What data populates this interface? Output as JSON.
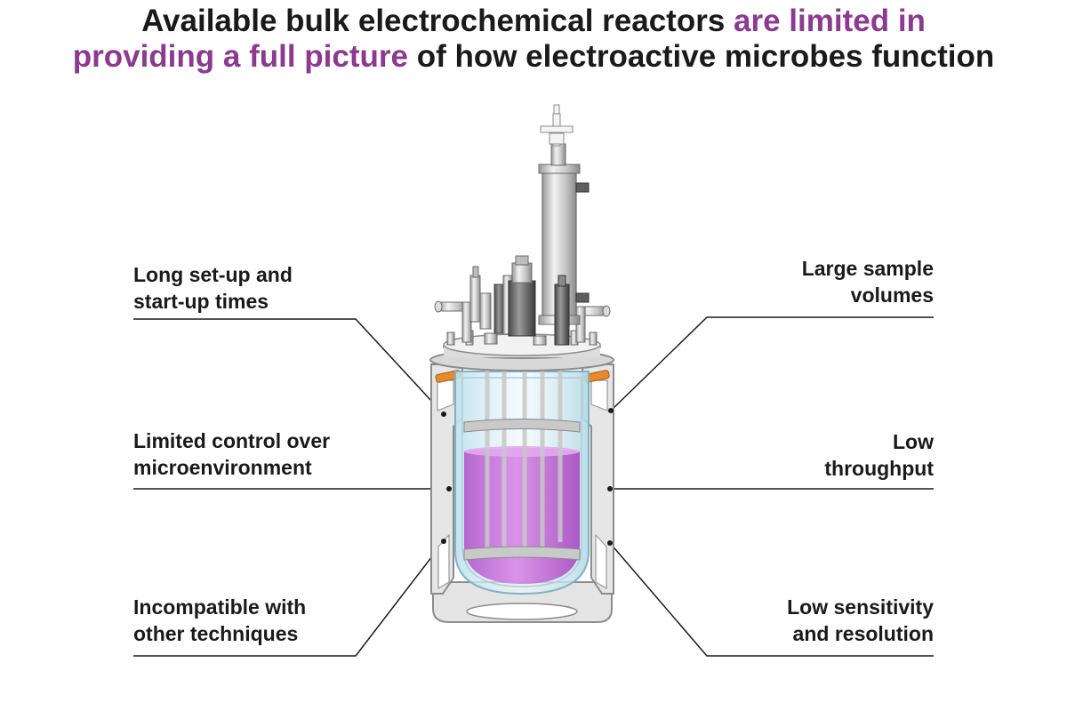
{
  "title": {
    "part1": "Available bulk electrochemical reactors ",
    "highlight1": "are limited in",
    "highlight2": "providing a full picture",
    "part2": " of how electroactive microbes function"
  },
  "limitations": {
    "left": [
      {
        "line1": "Long set-up and",
        "line2": "start-up times"
      },
      {
        "line1": "Limited control over",
        "line2": "microenvironment"
      },
      {
        "line1": "Incompatible with",
        "line2": "other techniques"
      }
    ],
    "right": [
      {
        "line1": "Large sample",
        "line2": "volumes"
      },
      {
        "line1": "Low",
        "line2": "throughput"
      },
      {
        "line1": "Low sensitivity",
        "line2": "and resolution"
      }
    ]
  },
  "colors": {
    "highlight": "#8b3a8f",
    "liquid": "#c46bd6",
    "handle": "#e8892c",
    "glass": "#d6ecf2"
  },
  "icons": [
    "bioreactor-illustration"
  ]
}
